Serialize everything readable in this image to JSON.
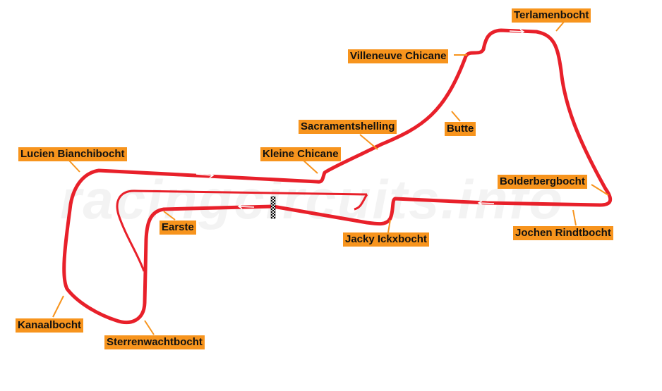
{
  "watermark": "racingcircuits.info",
  "colors": {
    "track": "#e8202a",
    "label_bg": "#f7941d",
    "leader": "#f7941d"
  },
  "corners": [
    {
      "id": "terlamenbocht",
      "label": "Terlamenbocht"
    },
    {
      "id": "villeneuve-chicane",
      "label": "Villeneuve Chicane"
    },
    {
      "id": "sacramentshelling",
      "label": "Sacramentshelling"
    },
    {
      "id": "butte",
      "label": "Butte"
    },
    {
      "id": "lucien-bianchibocht",
      "label": "Lucien Bianchibocht"
    },
    {
      "id": "kleine-chicane",
      "label": "Kleine Chicane"
    },
    {
      "id": "bolderbergbocht",
      "label": "Bolderbergbocht"
    },
    {
      "id": "earste",
      "label": "Earste"
    },
    {
      "id": "jacky-ickxbocht",
      "label": "Jacky Ickxbocht"
    },
    {
      "id": "jochen-rindtbocht",
      "label": "Jochen Rindtbocht"
    },
    {
      "id": "kanaalbocht",
      "label": "Kanaalbocht"
    },
    {
      "id": "sterrenwachtbocht",
      "label": "Sterrenwachtbocht"
    }
  ]
}
